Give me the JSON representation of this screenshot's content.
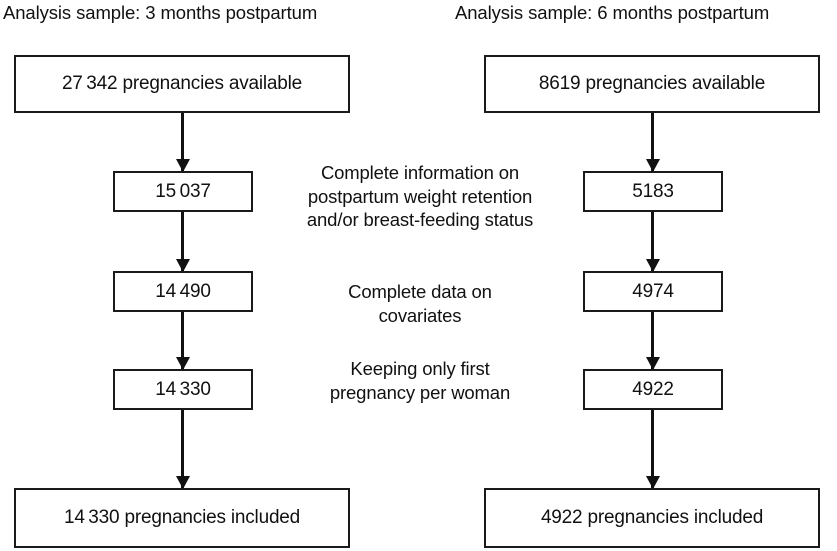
{
  "figure": {
    "type": "flowchart",
    "orientation": "two-column-parallel",
    "columns": [
      {
        "id": "three-months",
        "header": "Analysis sample: 3 months postpartum",
        "nodes": [
          {
            "id": "available",
            "label": "27 342 pregnancies available",
            "shape": "wide-box"
          },
          {
            "id": "step1-count",
            "label": "15 037",
            "shape": "narrow-box"
          },
          {
            "id": "step2-count",
            "label": "14 490",
            "shape": "narrow-box"
          },
          {
            "id": "step3-count",
            "label": "14 330",
            "shape": "narrow-box"
          },
          {
            "id": "included",
            "label": "14 330 pregnancies included",
            "shape": "wide-box"
          }
        ]
      },
      {
        "id": "six-months",
        "header": "Analysis sample: 6 months postpartum",
        "nodes": [
          {
            "id": "available",
            "label": "8619 pregnancies available",
            "shape": "wide-box"
          },
          {
            "id": "step1-count",
            "label": "5183",
            "shape": "narrow-box"
          },
          {
            "id": "step2-count",
            "label": "4974",
            "shape": "narrow-box"
          },
          {
            "id": "step3-count",
            "label": "4922",
            "shape": "narrow-box"
          },
          {
            "id": "included",
            "label": "4922 pregnancies included",
            "shape": "wide-box"
          }
        ]
      }
    ],
    "steps": [
      {
        "id": "step-1",
        "lines": [
          "Complete information on",
          "postpartum weight retention",
          "and/or breast-feeding status"
        ]
      },
      {
        "id": "step-2",
        "lines": [
          "Complete data on",
          "covariates"
        ]
      },
      {
        "id": "step-3",
        "lines": [
          "Keeping only first",
          "pregnancy per woman"
        ]
      }
    ],
    "style": {
      "background": "#ffffff",
      "border_color": "#1a1a1a",
      "text_color": "#111111",
      "arrow_color": "#111111"
    }
  }
}
